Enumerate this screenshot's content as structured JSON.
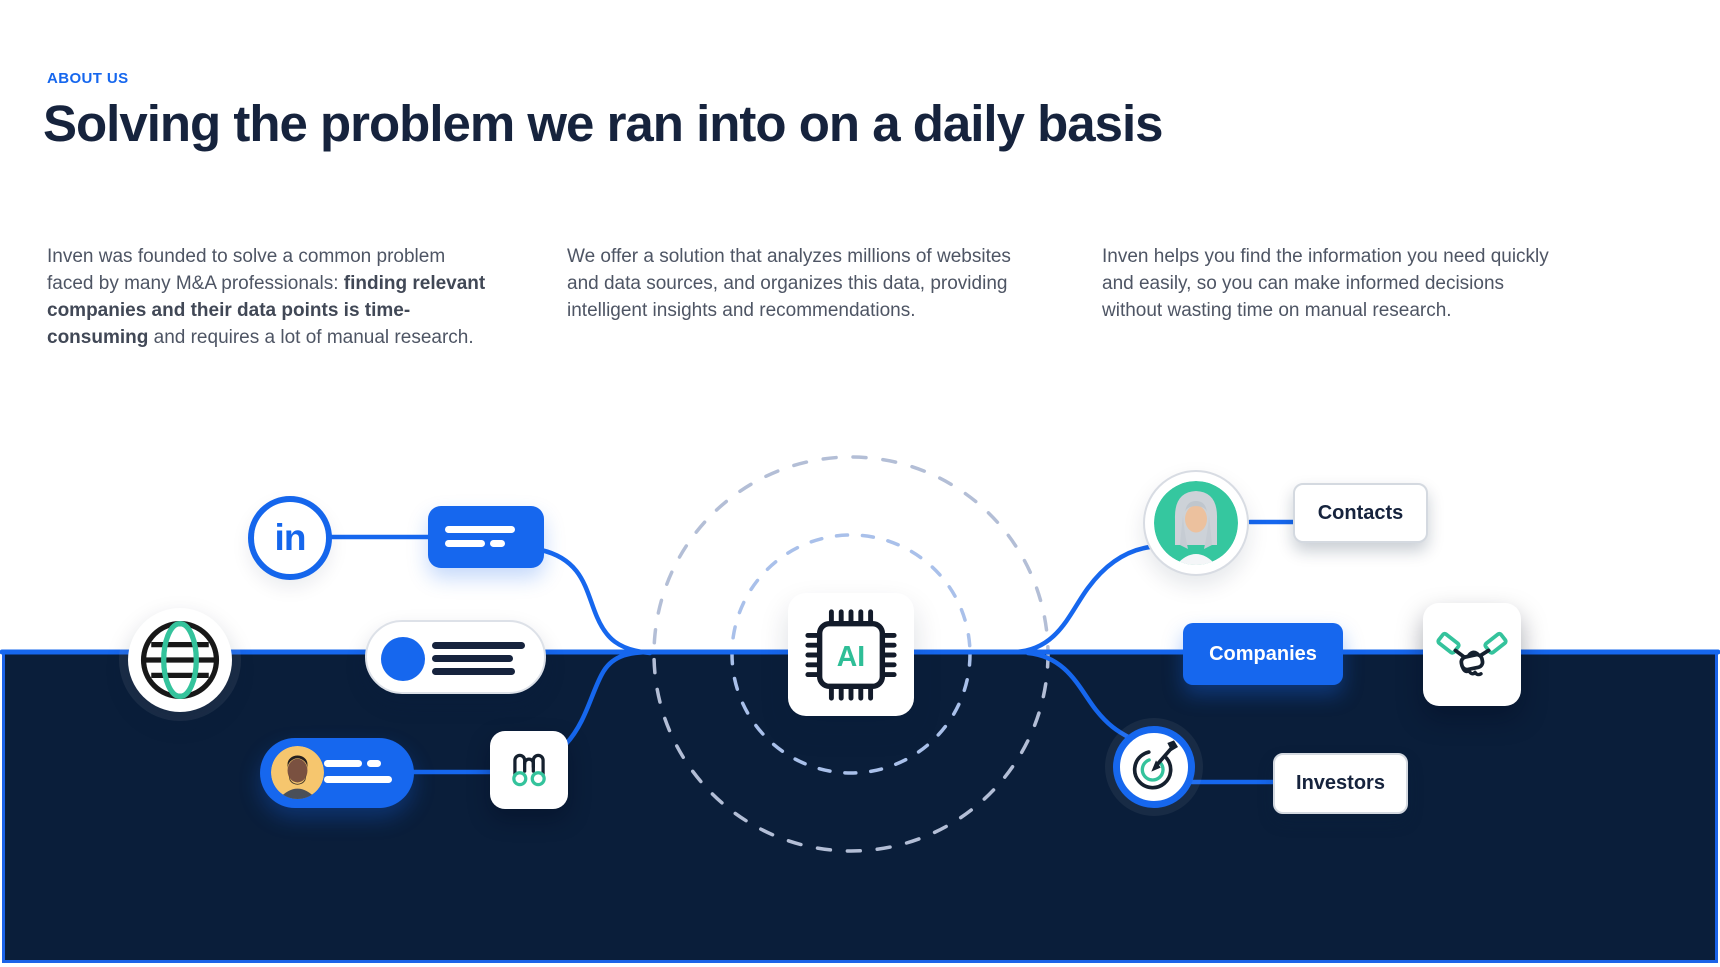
{
  "page": {
    "eyebrow": "ABOUT US",
    "heading": "Solving the problem we ran into on a daily basis"
  },
  "columns": {
    "col1": {
      "before": "Inven was founded to solve a common problem faced by many M&A professionals: ",
      "bold": "finding relevant companies and their data points is time-consuming",
      "after": " and requires a lot of manual research."
    },
    "col2": {
      "text": "We offer a solution that analyzes millions of websites and data sources, and organizes this data, providing intelligent insights and recommendations."
    },
    "col3": {
      "text": "Inven helps you find the information you need quickly and easily, so you can make informed decisions without wasting time on manual research."
    }
  },
  "diagram": {
    "linkedin_glyph": "in",
    "ai_glyph": "AI",
    "contacts_label": "Contacts",
    "companies_label": "Companies",
    "investors_label": "Investors",
    "icons": [
      "linkedin-icon",
      "document-lines-icon",
      "globe-icon",
      "list-item-icon",
      "person-card-icon",
      "binoculars-icon",
      "ai-chip-icon",
      "contact-avatar",
      "handshake-icon",
      "target-dart-icon"
    ]
  },
  "colors": {
    "accent_blue": "#1667EE",
    "navy_background": "#0A1E3A",
    "panel_border_blue": "#1B63E8",
    "teal": "#34C39C",
    "heading_navy": "#16233D",
    "body_gray": "#4E5564",
    "dash_circle_blue": "#AFC2E6",
    "avatar_orange": "#F6C66E",
    "avatar_teal": "#35C79F"
  }
}
